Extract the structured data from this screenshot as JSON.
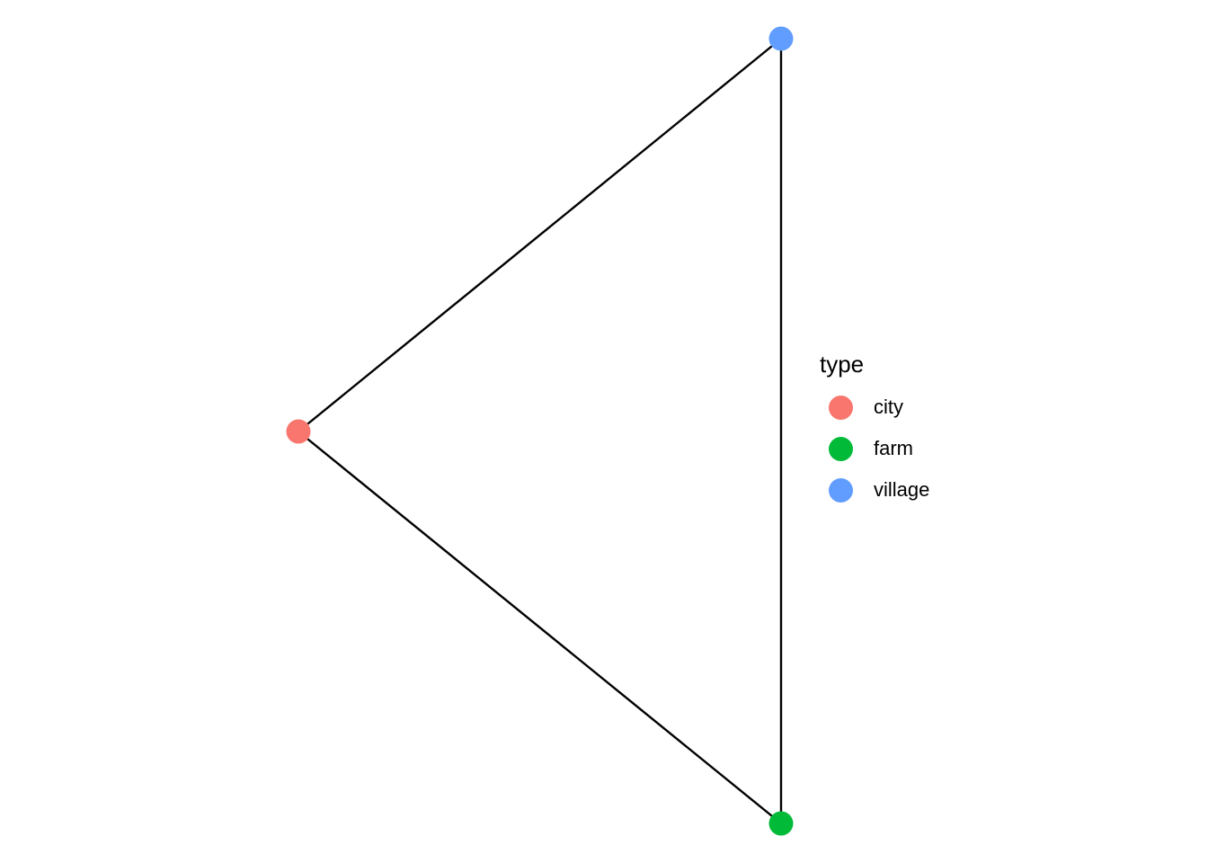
{
  "legend": {
    "title": "type",
    "items": [
      {
        "label": "city",
        "color": "#F8766D"
      },
      {
        "label": "farm",
        "color": "#00BA38"
      },
      {
        "label": "village",
        "color": "#619CFF"
      }
    ]
  },
  "graph": {
    "nodes": [
      {
        "id": "city",
        "type": "city"
      },
      {
        "id": "village",
        "type": "village"
      },
      {
        "id": "farm",
        "type": "farm"
      }
    ],
    "edges": [
      {
        "from": "city",
        "to": "village"
      },
      {
        "from": "city",
        "to": "farm"
      },
      {
        "from": "village",
        "to": "farm"
      }
    ],
    "edge_color": "#000000"
  }
}
